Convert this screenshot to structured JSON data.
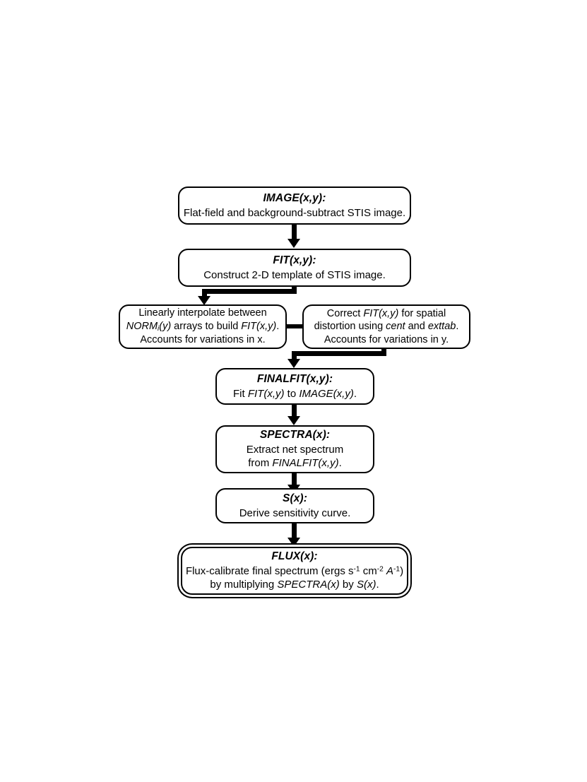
{
  "diagram": {
    "type": "flowchart",
    "title": "STIS spectral extraction and flux calibration pipeline",
    "orientation": "top-to-bottom",
    "line_color": "#000000",
    "box_fill": "#ffffff",
    "nodes": [
      {
        "id": "image",
        "shape": "rounded-rectangle",
        "terminal": false,
        "title": "IMAGE(x,y):",
        "lines": [
          "Flat-field and background-subtract STIS image."
        ]
      },
      {
        "id": "fit",
        "shape": "rounded-rectangle",
        "terminal": false,
        "title": "FIT(x,y):",
        "lines": [
          "Construct 2-D template of STIS image."
        ]
      },
      {
        "id": "interpolate",
        "shape": "rounded-rectangle",
        "terminal": false,
        "title": "",
        "lines": [
          "Linearly interpolate between",
          "NORM_i(y) arrays to build FIT(x,y).",
          "Accounts for variations in x."
        ]
      },
      {
        "id": "distortion",
        "shape": "rounded-rectangle",
        "terminal": false,
        "title": "",
        "lines": [
          "Correct FIT(x,y) for spatial",
          "distortion using cent and exttab.",
          "Accounts for variations in y."
        ]
      },
      {
        "id": "finalfit",
        "shape": "rounded-rectangle",
        "terminal": false,
        "title": "FINALFIT(x,y):",
        "lines": [
          "Fit FIT(x,y) to IMAGE(x,y)."
        ]
      },
      {
        "id": "spectra",
        "shape": "rounded-rectangle",
        "terminal": false,
        "title": "SPECTRA(x):",
        "lines": [
          "Extract net spectrum",
          "from FINALFIT(x,y)."
        ]
      },
      {
        "id": "sensitivity",
        "shape": "rounded-rectangle",
        "terminal": false,
        "title": "S(x):",
        "lines": [
          "Derive sensitivity curve."
        ]
      },
      {
        "id": "flux",
        "shape": "rounded-rectangle-double",
        "terminal": true,
        "title": "FLUX(x):",
        "lines": [
          "Flux-calibrate final spectrum (ergs s-1 cm-2 A-1)",
          "by multiplying SPECTRA(x) by S(x)."
        ]
      }
    ],
    "edges": [
      {
        "from": "image",
        "to": "fit",
        "style": "straight-arrow"
      },
      {
        "from": "fit",
        "to": "interpolate",
        "style": "elbow-arrow"
      },
      {
        "from": "interpolate",
        "to": "distortion",
        "style": "horizontal-link"
      },
      {
        "from": "distortion",
        "to": "finalfit",
        "style": "elbow-arrow"
      },
      {
        "from": "finalfit",
        "to": "spectra",
        "style": "straight-arrow"
      },
      {
        "from": "spectra",
        "to": "sensitivity",
        "style": "straight-arrow"
      },
      {
        "from": "sensitivity",
        "to": "flux",
        "style": "straight-arrow"
      }
    ]
  },
  "text": {
    "image_title": "IMAGE(x,y):",
    "image_line1": "Flat-field and background-subtract STIS image.",
    "fit_title": "FIT(x,y):",
    "fit_line1": "Construct 2-D template of STIS image.",
    "interp_line1": "Linearly interpolate between",
    "interp_line2_a": "NORM",
    "interp_line2_sub": "i",
    "interp_line2_b": "(y)",
    "interp_line2_c": " arrays to build ",
    "interp_line2_d": "FIT(x,y)",
    "interp_line2_e": ".",
    "interp_line3": "Accounts for variations in x.",
    "dist_line1_a": "Correct ",
    "dist_line1_b": "FIT(x,y)",
    "dist_line1_c": " for spatial",
    "dist_line2_a": "distortion using ",
    "dist_line2_b": "cent",
    "dist_line2_c": " and ",
    "dist_line2_d": "exttab",
    "dist_line2_e": ".",
    "dist_line3": "Accounts for variations in y.",
    "finalfit_title": "FINALFIT(x,y):",
    "finalfit_line1_a": "Fit ",
    "finalfit_line1_b": "FIT(x,y)",
    "finalfit_line1_c": " to ",
    "finalfit_line1_d": "IMAGE(x,y)",
    "finalfit_line1_e": ".",
    "spectra_title": "SPECTRA(x):",
    "spectra_line1": "Extract net spectrum",
    "spectra_line2_a": "from ",
    "spectra_line2_b": "FINALFIT(x,y)",
    "spectra_line2_c": ".",
    "sens_title": "S(x):",
    "sens_line1": "Derive sensitivity curve.",
    "flux_title": "FLUX(x):",
    "flux_line1_a": "Flux-calibrate final spectrum (ergs s",
    "flux_line1_sup1": "-1",
    "flux_line1_b": " cm",
    "flux_line1_sup2": "-2",
    "flux_line1_c": " ",
    "flux_line1_angstrom": "A",
    "flux_line1_sup3": "-1",
    "flux_line1_d": ")",
    "flux_line2_a": "by multiplying ",
    "flux_line2_b": "SPECTRA(x)",
    "flux_line2_c": " by ",
    "flux_line2_d": "S(x)",
    "flux_line2_e": "."
  }
}
